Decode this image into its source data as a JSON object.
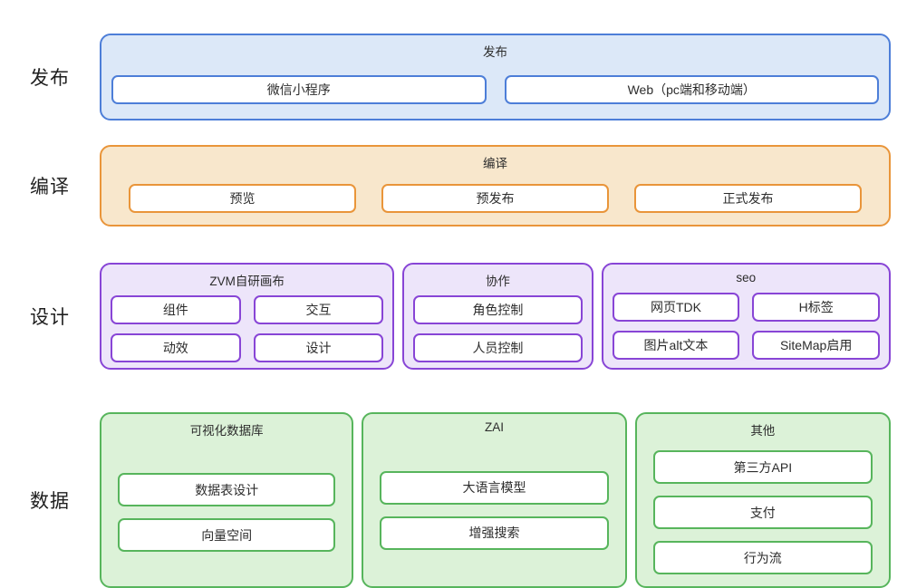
{
  "diagram": {
    "rows": [
      {
        "id": "publish",
        "label": "发布",
        "scheme": "blue",
        "groups": [
          {
            "title": "发布",
            "columns": 2,
            "flex": 873,
            "items": [
              "微信小程序",
              "Web（pc端和移动端）"
            ]
          }
        ]
      },
      {
        "id": "compile",
        "label": "编译",
        "scheme": "orange",
        "groups": [
          {
            "title": "编译",
            "columns": 3,
            "flex": 873,
            "items": [
              "预览",
              "预发布",
              "正式发布"
            ]
          }
        ]
      },
      {
        "id": "design",
        "label": "设计",
        "scheme": "purple",
        "groups": [
          {
            "title": "ZVM自研画布",
            "columns": 2,
            "flex": 327,
            "items": [
              "组件",
              "交互",
              "动效",
              "设计"
            ]
          },
          {
            "title": "协作",
            "columns": 1,
            "flex": 210,
            "items": [
              "角色控制",
              "人员控制"
            ]
          },
          {
            "title": "seo",
            "columns": 2,
            "flex": 321,
            "items": [
              "网页TDK",
              "H标签",
              "图片alt文本",
              "SiteMap启用"
            ]
          }
        ]
      },
      {
        "id": "data",
        "label": "数据",
        "scheme": "green",
        "groups": [
          {
            "title": "可视化数据库",
            "columns": 1,
            "flex": 280,
            "items": [
              "数据表设计",
              "向量空间"
            ]
          },
          {
            "title": "ZAI",
            "columns": 1,
            "flex": 292,
            "items": [
              "大语言模型",
              "增强搜索"
            ]
          },
          {
            "title": "其他",
            "columns": 1,
            "flex": 282,
            "items": [
              "第三方API",
              "支付",
              "行为流"
            ]
          }
        ]
      }
    ],
    "colors": {
      "blue": {
        "border": "#4d7ed8",
        "fill": "#dce8f8"
      },
      "orange": {
        "border": "#e9953a",
        "fill": "#f8e7cc"
      },
      "purple": {
        "border": "#8845d6",
        "fill": "#ede5fa"
      },
      "green": {
        "border": "#57b55c",
        "fill": "#dcf2d8"
      }
    }
  }
}
